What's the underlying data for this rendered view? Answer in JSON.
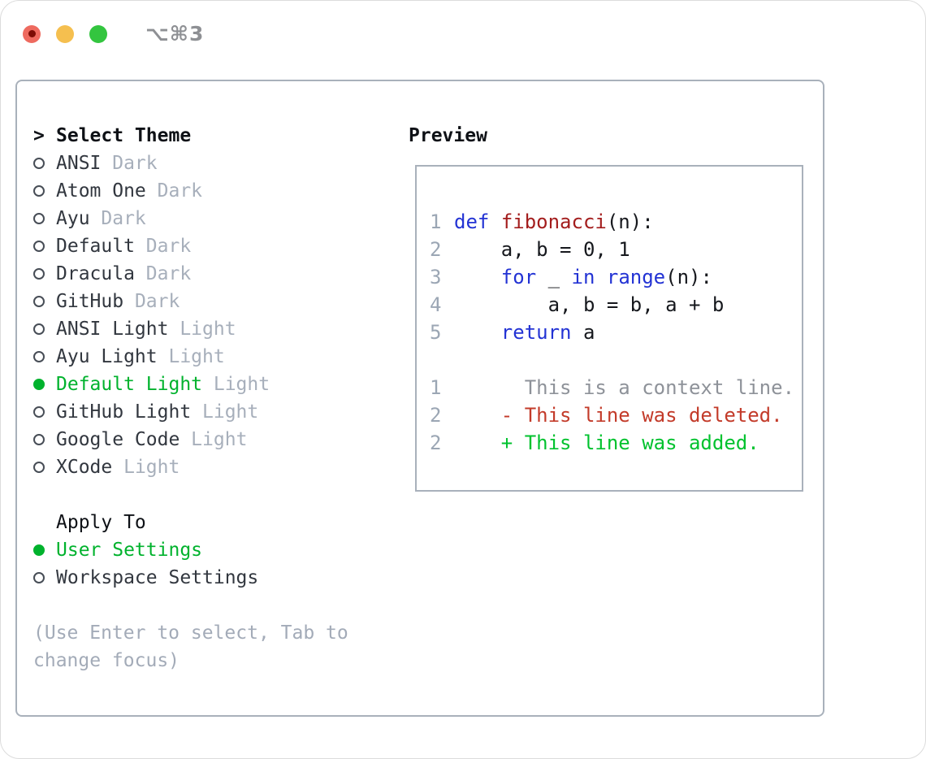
{
  "window": {
    "title": "⌥⌘3",
    "traffic_lights": [
      "close",
      "minimize",
      "zoom"
    ]
  },
  "theme_panel": {
    "header_prefix": ">",
    "header": "Select Theme",
    "items": [
      {
        "name": "ANSI",
        "variant": "Dark",
        "selected": false
      },
      {
        "name": "Atom One",
        "variant": "Dark",
        "selected": false
      },
      {
        "name": "Ayu",
        "variant": "Dark",
        "selected": false
      },
      {
        "name": "Default",
        "variant": "Dark",
        "selected": false
      },
      {
        "name": "Dracula",
        "variant": "Dark",
        "selected": false
      },
      {
        "name": "GitHub",
        "variant": "Dark",
        "selected": false
      },
      {
        "name": "ANSI Light",
        "variant": "Light",
        "selected": false
      },
      {
        "name": "Ayu Light",
        "variant": "Light",
        "selected": false
      },
      {
        "name": "Default Light",
        "variant": "Light",
        "selected": true
      },
      {
        "name": "GitHub Light",
        "variant": "Light",
        "selected": false
      },
      {
        "name": "Google Code",
        "variant": "Light",
        "selected": false
      },
      {
        "name": "XCode",
        "variant": "Light",
        "selected": false
      }
    ],
    "apply_to": {
      "header": "Apply To",
      "options": [
        {
          "name": "User Settings",
          "selected": true
        },
        {
          "name": "Workspace Settings",
          "selected": false
        }
      ]
    },
    "hint": "(Use Enter to select, Tab to change focus)"
  },
  "preview": {
    "header": "Preview",
    "code_lines": [
      {
        "num": "1",
        "tokens": [
          {
            "t": "def",
            "c": "kw"
          },
          {
            "t": " "
          },
          {
            "t": "fibonacci",
            "c": "fn"
          },
          {
            "t": "(n):"
          }
        ]
      },
      {
        "num": "2",
        "tokens": [
          {
            "t": "    a, b = 0, 1"
          }
        ]
      },
      {
        "num": "3",
        "tokens": [
          {
            "t": "    "
          },
          {
            "t": "for",
            "c": "kw"
          },
          {
            "t": " _ "
          },
          {
            "t": "in",
            "c": "kw"
          },
          {
            "t": " "
          },
          {
            "t": "range",
            "c": "kw"
          },
          {
            "t": "(n):"
          }
        ]
      },
      {
        "num": "4",
        "tokens": [
          {
            "t": "        a, b = b, a + b"
          }
        ]
      },
      {
        "num": "5",
        "tokens": [
          {
            "t": "    "
          },
          {
            "t": "return",
            "c": "kw"
          },
          {
            "t": " a"
          }
        ]
      }
    ],
    "diff_lines": [
      {
        "num": "1",
        "tokens": [
          {
            "t": "      This is a context line.",
            "c": "ctx"
          }
        ]
      },
      {
        "num": "2",
        "tokens": [
          {
            "t": "    "
          },
          {
            "t": "- This line was deleted.",
            "c": "del"
          }
        ]
      },
      {
        "num": "2",
        "tokens": [
          {
            "t": "    "
          },
          {
            "t": "+ This line was added.",
            "c": "add"
          }
        ]
      }
    ]
  },
  "colors": {
    "selection_green": "#00b22d",
    "diff_added_green": "#00c22e",
    "diff_deleted_red": "#c33b2a",
    "keyword_blue": "#2333d4",
    "function_red": "#a31d1d",
    "muted_gray": "#a7afbb",
    "border_gray": "#a9b1bb",
    "traffic_red": "#ee6a5f",
    "traffic_yellow": "#f5bf4f",
    "traffic_green": "#33c53f"
  }
}
